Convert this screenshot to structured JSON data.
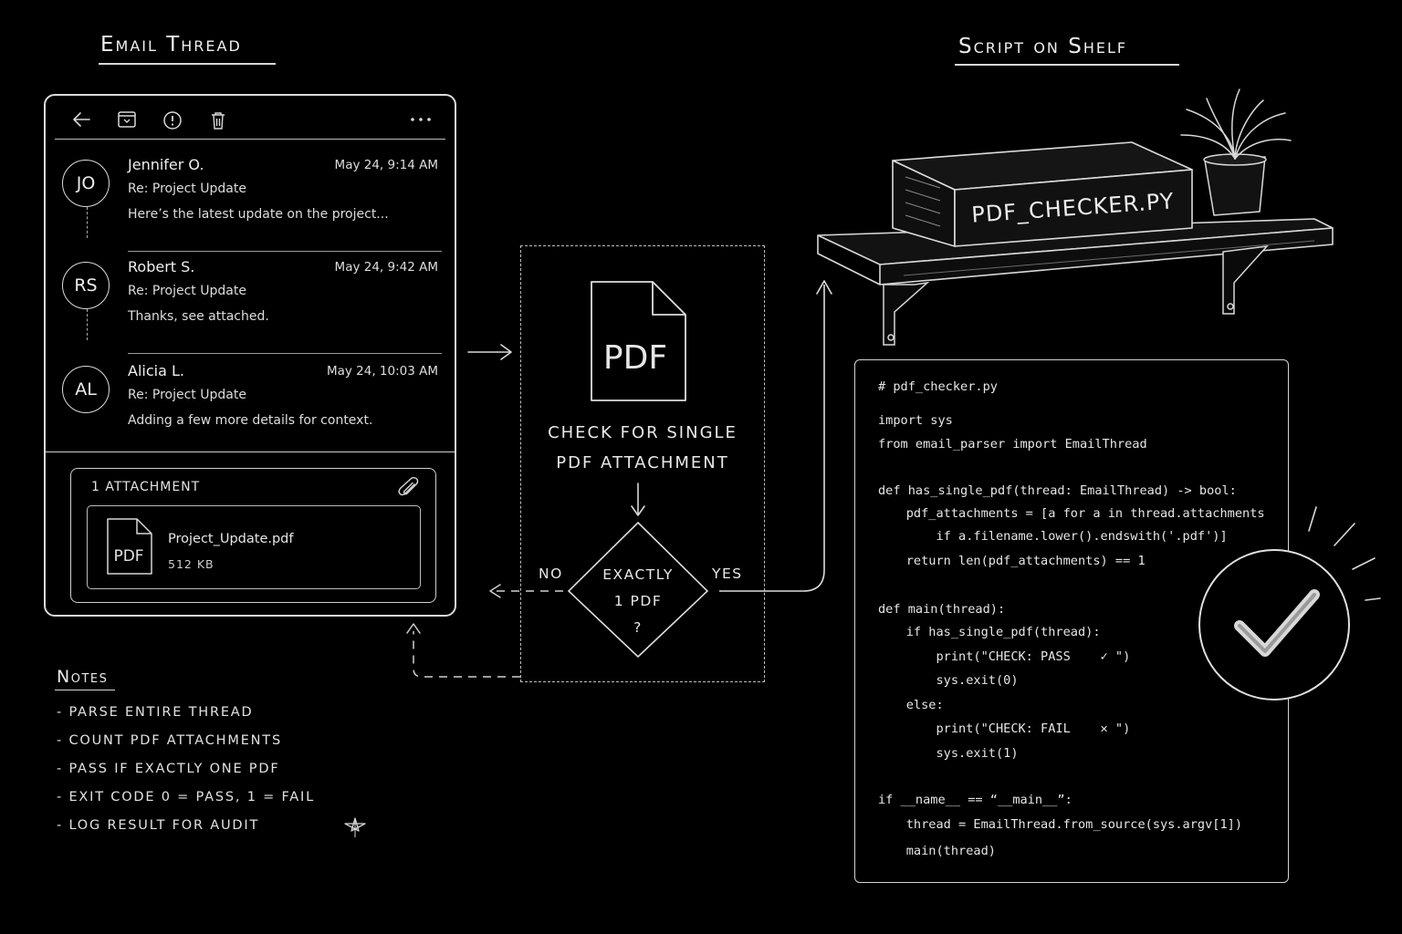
{
  "email_thread": {
    "title": "Email Thread",
    "messages": [
      {
        "initials": "JO",
        "sender": "Jennifer O.",
        "time": "May 24, 9:14 AM",
        "subject": "Re: Project Update",
        "preview": "Here’s the latest update on the project..."
      },
      {
        "initials": "RS",
        "sender": "Robert S.",
        "time": "May 24, 9:42 AM",
        "subject": "Re: Project Update",
        "preview": "Thanks, see attached."
      },
      {
        "initials": "AL",
        "sender": "Alicia L.",
        "time": "May 24, 10:03 AM",
        "subject": "Re: Project Update",
        "preview": "Adding a few more details for context."
      }
    ],
    "attachment": {
      "count_label": "1  ATTACHMENT",
      "file_icon_label": "PDF",
      "file_name": "Project_Update.pdf",
      "file_size": "512 KB"
    },
    "toolbar_icons": [
      "back-arrow-icon",
      "archive-icon",
      "alert-icon",
      "trash-icon",
      "more-icon"
    ]
  },
  "flow": {
    "pdf_icon_label": "PDF",
    "check_line1": "CHECK FOR SINGLE",
    "check_line2": "PDF ATTACHMENT",
    "diamond_line1": "EXACTLY",
    "diamond_line2": "1 PDF",
    "diamond_line3": "?",
    "no_label": "NO",
    "yes_label": "YES"
  },
  "notes": {
    "title": "Notes",
    "items": [
      "- PARSE ENTIRE THREAD",
      "- COUNT PDF ATTACHMENTS",
      "- PASS IF EXACTLY ONE PDF",
      "- EXIT CODE 0 = PASS, 1 = FAIL",
      "- LOG RESULT FOR AUDIT"
    ]
  },
  "shelf": {
    "title": "Script on Shelf",
    "book_label": "PDF_CHECKER.PY"
  },
  "code": {
    "lines": [
      "# pdf_checker.py",
      "import sys",
      "from email_parser import EmailThread",
      "def has_single_pdf(thread: EmailThread) -> bool:",
      "    pdf_attachments = [a for a in thread.attachments",
      "        if a.filename.lower().endswith('.pdf')]",
      "    return len(pdf_attachments) == 1",
      "def main(thread):",
      "    if has_single_pdf(thread):",
      "        print(\"CHECK: PASS    ✓ \")",
      "        sys.exit(0)",
      "    else:",
      "        print(\"CHECK: FAIL    ✕ \")",
      "        sys.exit(1)",
      "if __name__ == “__main__”:",
      "    thread = EmailThread.from_source(sys.argv[1])",
      "    main(thread)"
    ]
  },
  "colors": {
    "background": "#000000",
    "chalk": "#e8e8e8"
  }
}
